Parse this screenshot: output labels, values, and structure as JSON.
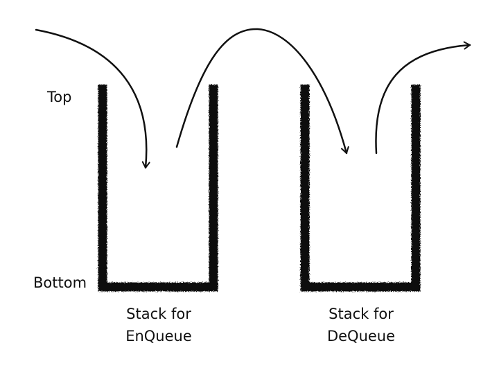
{
  "labels": {
    "top": "Top",
    "bottom": "Bottom"
  },
  "stacks": [
    {
      "line1": "Stack for",
      "line2": "EnQueue"
    },
    {
      "line1": "Stack for",
      "line2": "DeQueue"
    }
  ],
  "colors": {
    "ink": "#111111",
    "background": "#ffffff"
  }
}
